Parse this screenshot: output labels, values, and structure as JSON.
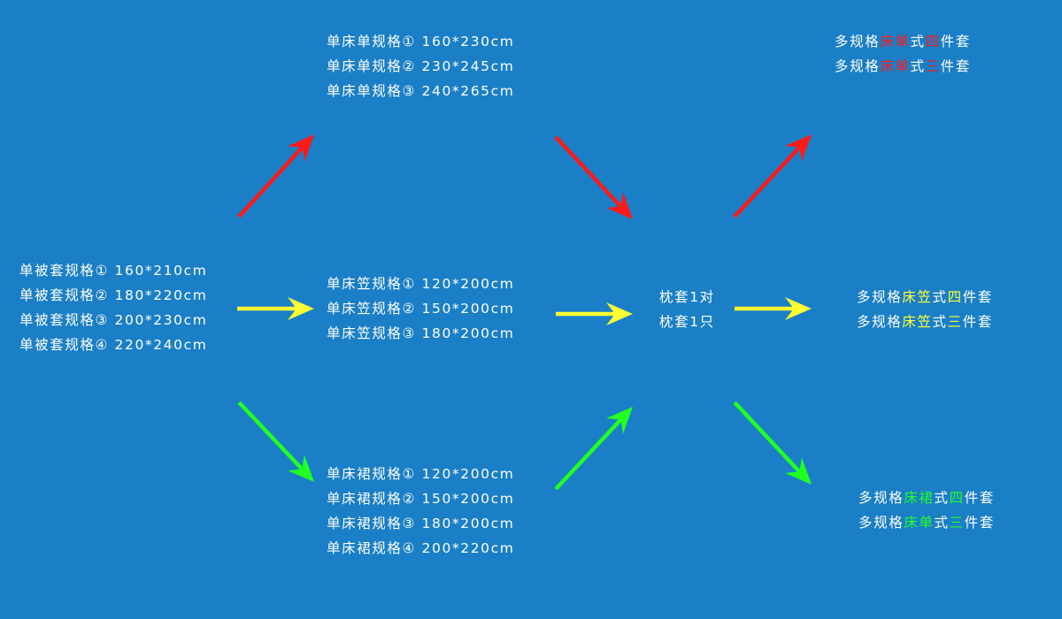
{
  "colors": {
    "background": "#1a7fc6",
    "red": "#ff1a1a",
    "yellow": "#ffff33",
    "green": "#22ff22",
    "text": "#ffffff"
  },
  "duvet": [
    "单被套规格① 160*210cm",
    "单被套规格② 180*220cm",
    "单被套规格③ 200*230cm",
    "单被套规格④ 220*240cm"
  ],
  "flat_sheet": [
    "单床单规格① 160*230cm",
    "单床单规格② 230*245cm",
    "单床单规格③ 240*265cm"
  ],
  "fitted_sheet": [
    "单床笠规格① 120*200cm",
    "单床笠规格② 150*200cm",
    "单床笠规格③ 180*200cm"
  ],
  "bed_skirt": [
    "单床裙规格① 120*200cm",
    "单床裙规格② 150*200cm",
    "单床裙规格③ 180*200cm",
    "单床裙规格④ 200*220cm"
  ],
  "pillowcase": [
    "枕套1对",
    "枕套1只"
  ],
  "results": {
    "red": [
      [
        {
          "t": "多规格",
          "c": "w"
        },
        {
          "t": "床单",
          "c": "r"
        },
        {
          "t": "式",
          "c": "w"
        },
        {
          "t": "四",
          "c": "r"
        },
        {
          "t": "件套",
          "c": "w"
        }
      ],
      [
        {
          "t": "多规格",
          "c": "w"
        },
        {
          "t": "床单",
          "c": "r"
        },
        {
          "t": "式",
          "c": "w"
        },
        {
          "t": "三",
          "c": "r"
        },
        {
          "t": "件套",
          "c": "w"
        }
      ]
    ],
    "yellow": [
      [
        {
          "t": "多规格",
          "c": "w"
        },
        {
          "t": "床笠",
          "c": "y"
        },
        {
          "t": "式",
          "c": "w"
        },
        {
          "t": "四",
          "c": "y"
        },
        {
          "t": "件套",
          "c": "w"
        }
      ],
      [
        {
          "t": "多规格",
          "c": "w"
        },
        {
          "t": "床笠",
          "c": "y"
        },
        {
          "t": "式",
          "c": "w"
        },
        {
          "t": "三",
          "c": "y"
        },
        {
          "t": "件套",
          "c": "w"
        }
      ]
    ],
    "green": [
      [
        {
          "t": "多规格",
          "c": "w"
        },
        {
          "t": "床裙",
          "c": "g"
        },
        {
          "t": "式",
          "c": "w"
        },
        {
          "t": "四",
          "c": "g"
        },
        {
          "t": "件套",
          "c": "w"
        }
      ],
      [
        {
          "t": "多规格",
          "c": "w"
        },
        {
          "t": "床单",
          "c": "g"
        },
        {
          "t": "式",
          "c": "w"
        },
        {
          "t": "三",
          "c": "g"
        },
        {
          "t": "件套",
          "c": "w"
        }
      ]
    ]
  },
  "arrows": [
    {
      "from": "duvet",
      "to": "flat_sheet",
      "color": "red"
    },
    {
      "from": "duvet",
      "to": "fitted_sheet",
      "color": "yellow"
    },
    {
      "from": "duvet",
      "to": "bed_skirt",
      "color": "green"
    },
    {
      "from": "flat_sheet",
      "to": "pillowcase",
      "color": "red"
    },
    {
      "from": "fitted_sheet",
      "to": "pillowcase",
      "color": "yellow"
    },
    {
      "from": "bed_skirt",
      "to": "pillowcase",
      "color": "green"
    },
    {
      "from": "pillowcase",
      "to": "result_red",
      "color": "red"
    },
    {
      "from": "pillowcase",
      "to": "result_yellow",
      "color": "yellow"
    },
    {
      "from": "pillowcase",
      "to": "result_green",
      "color": "green"
    }
  ]
}
